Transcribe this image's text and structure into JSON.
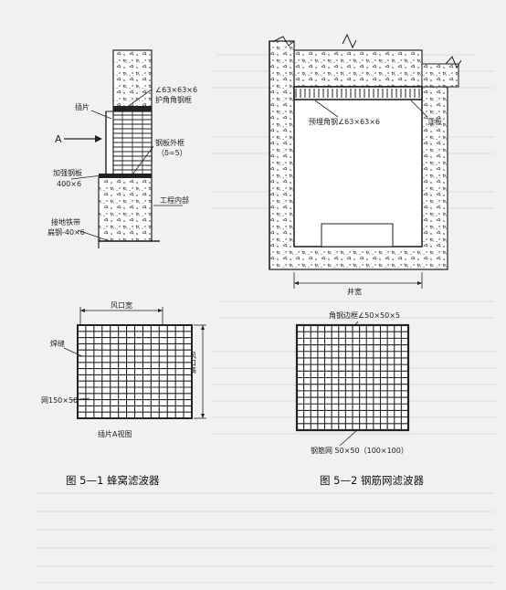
{
  "figure1": {
    "caption": "图 5—1 蜂窝滤波器",
    "section": {
      "label_angle_size": "∠63×63×6",
      "label_angle_name": "护角角钢框",
      "label_insert": "插片",
      "label_arrow": "A",
      "label_frame_name": "钢板外框",
      "label_frame_size": "（δ=5）",
      "label_plate_name": "加强钢板",
      "label_plate_size": "400×6",
      "label_inside": "工程内部",
      "label_ground_name": "接地铁带",
      "label_ground_size": "扁钢-40×6"
    },
    "view": {
      "label_width": "风口宽",
      "label_height": "风口高",
      "label_weld": "焊缝",
      "label_mesh": "网150×50",
      "label_view": "插片A视图",
      "grid_rows": 15,
      "grid_cols": 14
    }
  },
  "figure2": {
    "caption": "图 5—2 钢筋网滤波器",
    "section": {
      "label_embedded": "预埋角钢∠63×63×6",
      "label_slab": "顶板",
      "label_well_width": "井宽"
    },
    "view": {
      "label_edge": "角钢边框∠50×50×5",
      "label_mesh": "钢筋网 50×50（100×100）",
      "grid_rows": 16,
      "grid_cols": 16
    }
  }
}
